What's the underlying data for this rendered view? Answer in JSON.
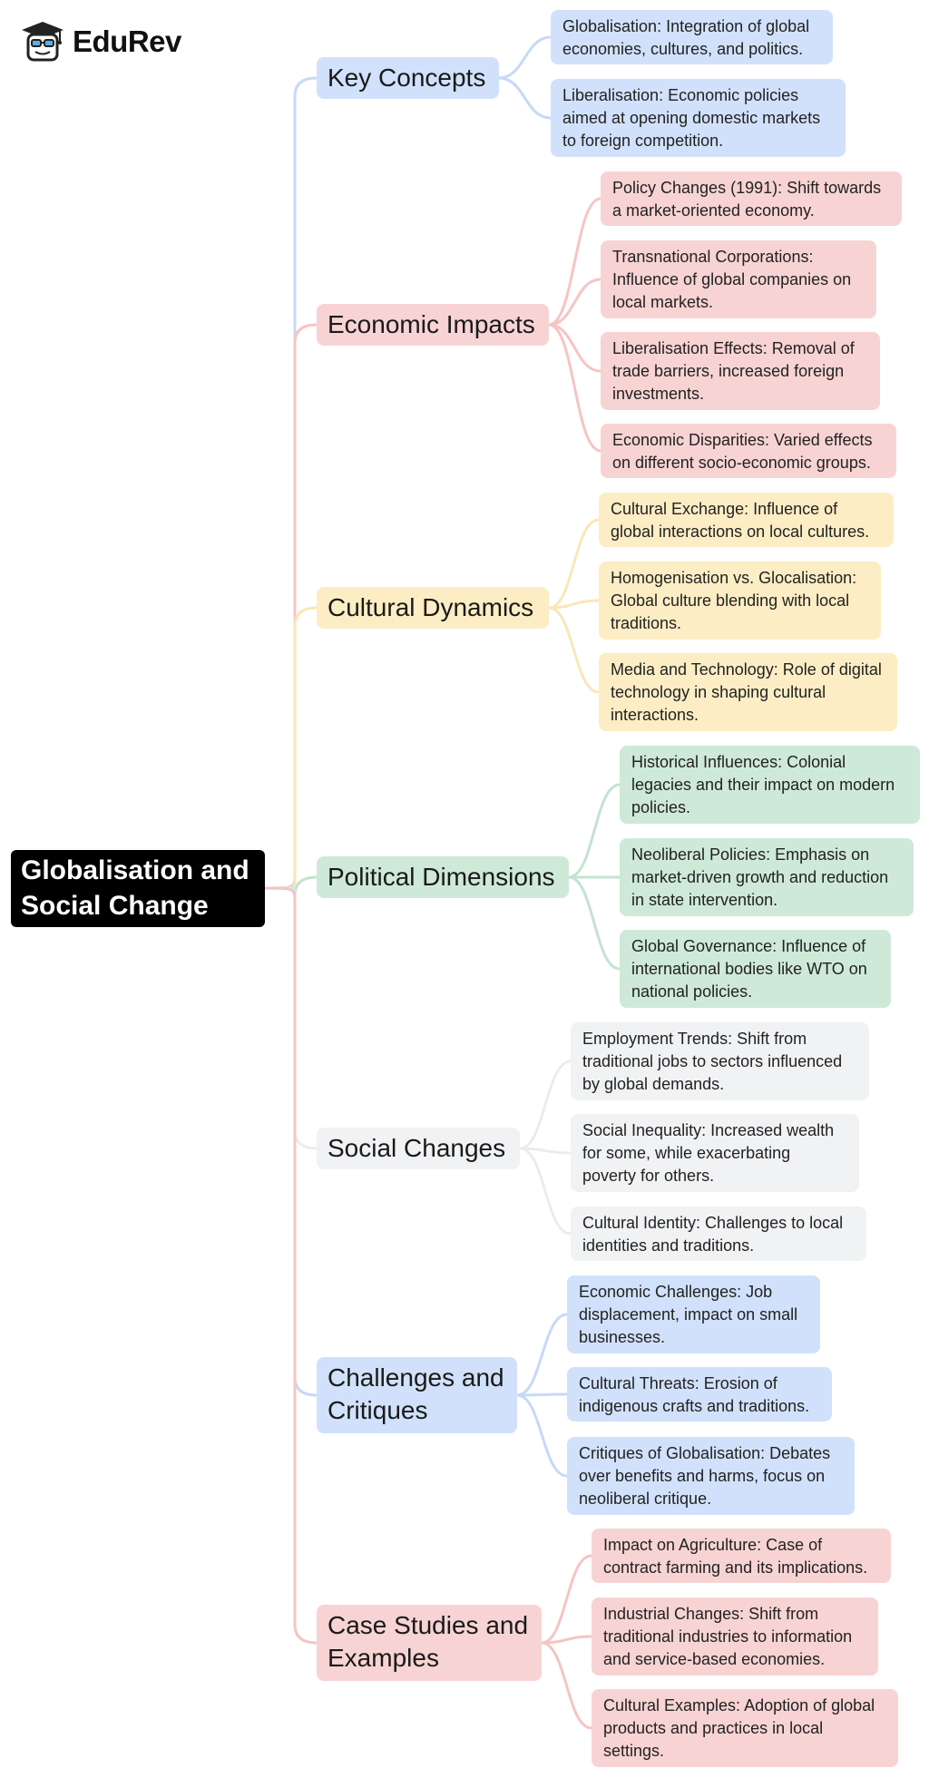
{
  "logo": {
    "text": "EduRev"
  },
  "root": {
    "title": "Globalisation and Social Change"
  },
  "colors": {
    "blue_fill": "#d1e1fb",
    "blue_line": "#c7d9f6",
    "red_fill": "#f8d3d3",
    "red_line": "#f6c4c4",
    "yellow_fill": "#fdedc4",
    "yellow_line": "#fbe6b8",
    "green_fill": "#cee9d8",
    "green_line": "#c3e3cf",
    "gray_fill": "#f1f2f4",
    "gray_line": "#ebecee"
  },
  "branches": [
    {
      "label": "Key Concepts",
      "color": "blue",
      "children": [
        "Globalisation: Integration of global economies, cultures, and politics.",
        "Liberalisation: Economic policies aimed at opening domestic markets to foreign competition."
      ]
    },
    {
      "label": "Economic Impacts",
      "color": "red",
      "children": [
        "Policy Changes (1991): Shift towards a market-oriented economy.",
        "Transnational Corporations: Influence of global companies on local markets.",
        "Liberalisation Effects: Removal of trade barriers, increased foreign investments.",
        "Economic Disparities: Varied effects on different socio-economic groups."
      ]
    },
    {
      "label": "Cultural Dynamics",
      "color": "yellow",
      "children": [
        "Cultural Exchange: Influence of global interactions on local cultures.",
        "Homogenisation vs. Glocalisation: Global culture blending with local traditions.",
        "Media and Technology: Role of digital technology in shaping cultural interactions."
      ]
    },
    {
      "label": "Political Dimensions",
      "color": "green",
      "children": [
        "Historical Influences: Colonial legacies and their impact on modern policies.",
        "Neoliberal Policies: Emphasis on market-driven growth and reduction in state intervention.",
        "Global Governance: Influence of international bodies like WTO on national policies."
      ]
    },
    {
      "label": "Social Changes",
      "color": "gray",
      "children": [
        "Employment Trends: Shift from traditional jobs to sectors influenced by global demands.",
        "Social Inequality: Increased wealth for some, while exacerbating poverty for others.",
        "Cultural Identity: Challenges to local identities and traditions."
      ]
    },
    {
      "label": "Challenges and Critiques",
      "color": "blue",
      "children": [
        "Economic Challenges: Job displacement, impact on small businesses.",
        "Cultural Threats: Erosion of indigenous crafts and traditions.",
        "Critiques of Globalisation: Debates over benefits and harms, focus on neoliberal critique."
      ]
    },
    {
      "label": "Case Studies and Examples",
      "color": "red",
      "children": [
        "Impact on Agriculture: Case of contract farming and its implications.",
        "Industrial Changes: Shift from traditional industries to information and service-based economies.",
        "Cultural Examples: Adoption of global products and practices in local settings."
      ]
    }
  ]
}
